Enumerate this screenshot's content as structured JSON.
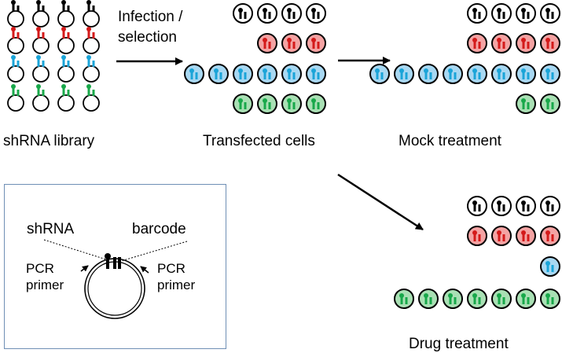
{
  "colors": {
    "black": {
      "fill": "#ffffff",
      "mark": "#000000"
    },
    "red": {
      "fill": "#f4a3a3",
      "mark": "#d41a1a"
    },
    "blue": {
      "fill": "#a8d8f2",
      "mark": "#1aa4d8"
    },
    "green": {
      "fill": "#a9e0b4",
      "mark": "#18a84a"
    },
    "inset_border": "#6f8fb5"
  },
  "library": {
    "rows": [
      "black",
      "red",
      "blue",
      "green"
    ],
    "per_row": 4,
    "label": "shRNA library"
  },
  "arrow1_label": [
    "Infection /",
    "selection"
  ],
  "transfected": {
    "label": "Transfected cells",
    "rows": [
      {
        "color": "black",
        "count": 4
      },
      {
        "color": "red",
        "count": 3
      },
      {
        "color": "blue",
        "count": 6
      },
      {
        "color": "green",
        "count": 4
      }
    ]
  },
  "mock": {
    "label": "Mock treatment",
    "rows": [
      {
        "color": "black",
        "count": 4
      },
      {
        "color": "red",
        "count": 4
      },
      {
        "color": "blue",
        "count": 8
      },
      {
        "color": "green",
        "count": 2
      }
    ]
  },
  "drug": {
    "label": "Drug treatment",
    "rows": [
      {
        "color": "black",
        "count": 4
      },
      {
        "color": "red",
        "count": 4
      },
      {
        "color": "blue",
        "count": 1
      },
      {
        "color": "green",
        "count": 7
      }
    ]
  },
  "inset": {
    "shrna_label": "shRNA",
    "barcode_label": "barcode",
    "pcr_left": [
      "PCR",
      "primer"
    ],
    "pcr_right": [
      "PCR",
      "primer"
    ]
  }
}
